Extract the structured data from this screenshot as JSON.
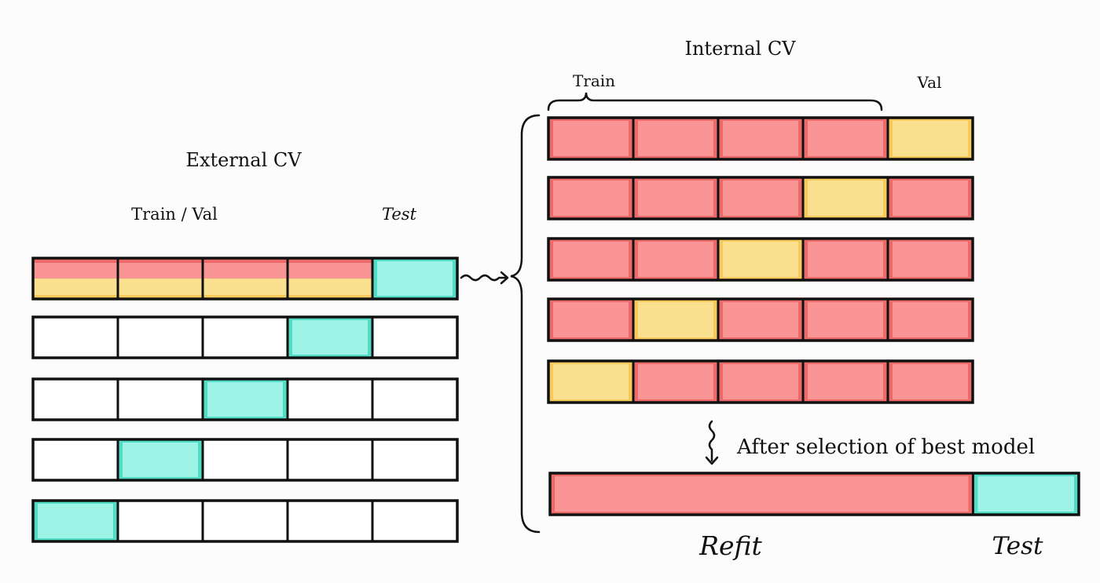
{
  "colors": {
    "train": "#f99595",
    "train_edge": "#ec6a6a",
    "val": "#fbe08f",
    "val_edge": "#f6c95a",
    "test": "#9cf3e6",
    "test_edge": "#52dcc6",
    "empty": "#ffffff",
    "outline": "#111111"
  },
  "labels": {
    "external_title": "External CV",
    "train_val": "Train / Val",
    "external_test": "Test",
    "internal_title": "Internal CV",
    "internal_train": "Train",
    "internal_val": "Val",
    "after_selection": "After selection of best model",
    "refit": "Refit",
    "refit_test": "Test"
  },
  "external_cv": {
    "folds": [
      [
        "trainval",
        "trainval",
        "trainval",
        "trainval",
        "test"
      ],
      [
        "empty",
        "empty",
        "empty",
        "test",
        "empty"
      ],
      [
        "empty",
        "empty",
        "test",
        "empty",
        "empty"
      ],
      [
        "empty",
        "test",
        "empty",
        "empty",
        "empty"
      ],
      [
        "test",
        "empty",
        "empty",
        "empty",
        "empty"
      ]
    ]
  },
  "internal_cv": {
    "folds": [
      [
        "train",
        "train",
        "train",
        "train",
        "val"
      ],
      [
        "train",
        "train",
        "train",
        "val",
        "train"
      ],
      [
        "train",
        "train",
        "val",
        "train",
        "train"
      ],
      [
        "train",
        "val",
        "train",
        "train",
        "train"
      ],
      [
        "val",
        "train",
        "train",
        "train",
        "train"
      ]
    ]
  },
  "refit": {
    "train_share": 0.8,
    "test_share": 0.2
  }
}
